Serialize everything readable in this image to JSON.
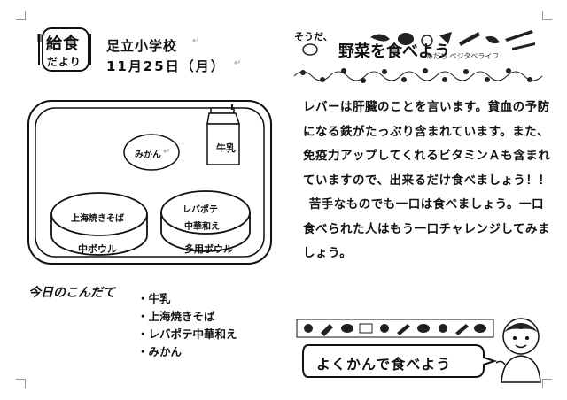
{
  "header": {
    "logo_line1": "給食",
    "logo_line2": "だより",
    "school_name": "足立小学校",
    "date": "11月25日（月）"
  },
  "banner": {
    "prefix": "そうだ、",
    "title": "野菜を食べよう",
    "subtitle": "あだち ベジタベライフ"
  },
  "tray": {
    "milk_label": "牛乳",
    "mikan_label": "みかん",
    "left_bowl_dish": "上海焼きそば",
    "left_bowl_label": "中ボウル",
    "right_bowl_dish1": "レバポテ",
    "right_bowl_dish2": "中華和え",
    "right_bowl_label": "多用ボウル"
  },
  "menu": {
    "heading": "今日のこんだて",
    "items": [
      "・牛乳",
      "・上海焼きそば",
      "・レバポテ中華和え",
      "・みかん"
    ]
  },
  "article": {
    "paragraphs": [
      "レバーは肝臓のことを言います。貧血の予防になる鉄がたっぷり含まれています。また、免疫力アップしてくれるビタミンＡも含まれていますので、出来るだけ食べましょう！！",
      "苦手なものでも一口は食べましょう。一口食べられた人はもう一口チャレンジしてみましょう。"
    ]
  },
  "slogan": "よくかんで食べよう"
}
